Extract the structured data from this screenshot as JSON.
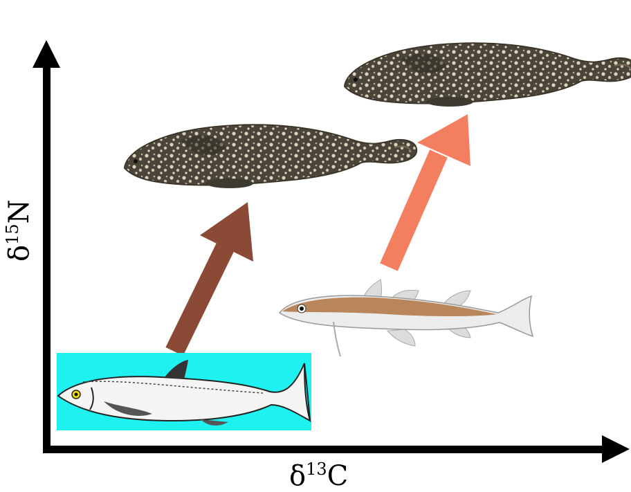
{
  "axes": {
    "x": {
      "symbol": "δ",
      "mass": "13",
      "element": "C"
    },
    "y": {
      "symbol": "δ",
      "mass": "15",
      "element": "N"
    }
  },
  "colors": {
    "axis": "#000000",
    "arrow_left": "#8a4a36",
    "arrow_right": "#f47e60",
    "salmon_box": "#1ff0f0",
    "seal_body": "#4a4538",
    "seal_spots": "#d9d2bd",
    "salmon_body": "#f4f4f2",
    "cod_back": "#b8865a",
    "cod_belly": "#ececec"
  },
  "icons": [
    "ringed-seal-upper",
    "ringed-seal-lower",
    "salmon-icon",
    "arctic-cod-icon"
  ]
}
